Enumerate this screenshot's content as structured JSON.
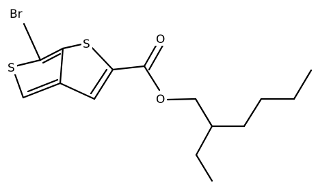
{
  "molecule": {
    "atoms": {
      "br": "Br",
      "s_ring1": "S",
      "s_ring2": "S",
      "o_carbonyl": "O",
      "o_ester": "O"
    },
    "colors": {
      "bond": "#000000",
      "label": "#000000",
      "background": "#ffffff"
    }
  }
}
